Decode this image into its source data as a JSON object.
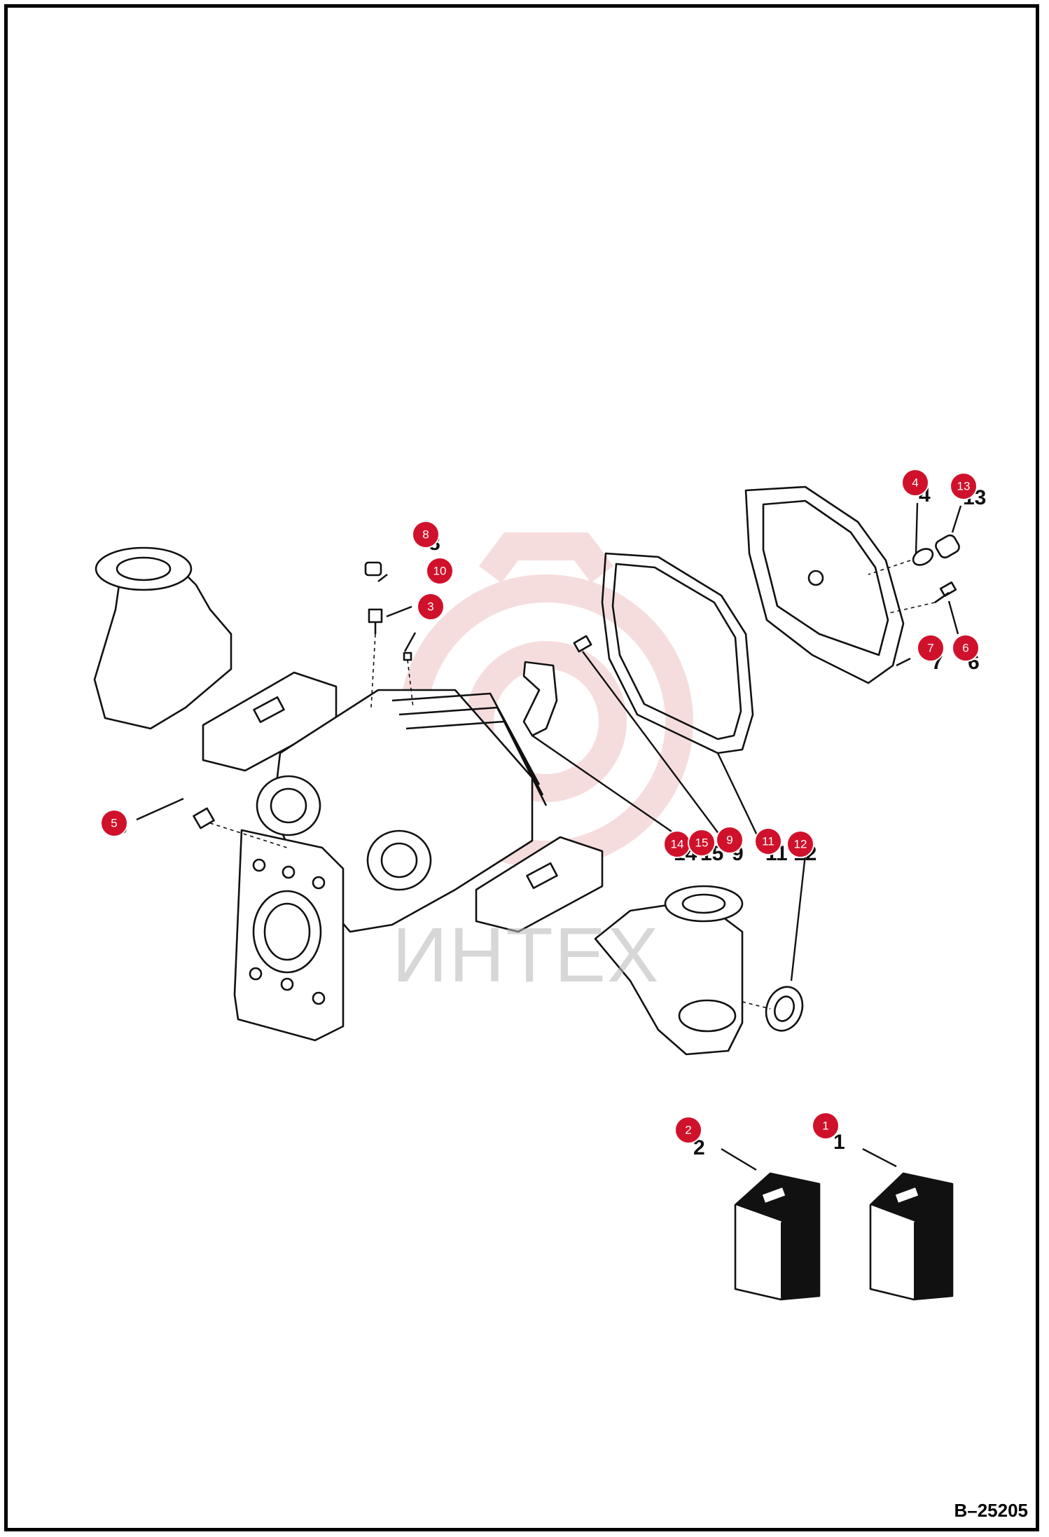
{
  "figure_id": "B–25205",
  "watermark": {
    "text": "ИНТЕХ"
  },
  "colors": {
    "callout": "#d0112b",
    "watermark": "#e8a0a0",
    "line": "#111111"
  },
  "callouts": [
    {
      "number": "1",
      "ghost": "1"
    },
    {
      "number": "2",
      "ghost": "2"
    },
    {
      "number": "3",
      "ghost": "3"
    },
    {
      "number": "4",
      "ghost": "4"
    },
    {
      "number": "5",
      "ghost": "5"
    },
    {
      "number": "6",
      "ghost": "6"
    },
    {
      "number": "7",
      "ghost": "7"
    },
    {
      "number": "8",
      "ghost": "8"
    },
    {
      "number": "9",
      "ghost": "9"
    },
    {
      "number": "10",
      "ghost": "10"
    },
    {
      "number": "11",
      "ghost": "11"
    },
    {
      "number": "12",
      "ghost": "12"
    },
    {
      "number": "13",
      "ghost": "13"
    },
    {
      "number": "14",
      "ghost": "14"
    },
    {
      "number": "15",
      "ghost": "15"
    }
  ]
}
